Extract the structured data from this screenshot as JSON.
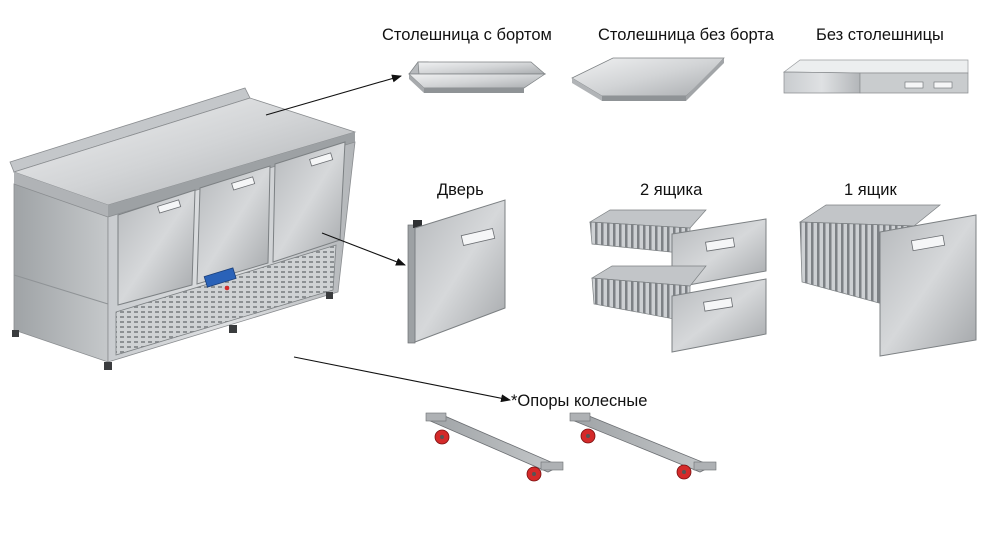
{
  "labels": {
    "top_with_rim": "Столешница с бортом",
    "top_without_rim": "Столешница без борта",
    "no_top": "Без столешницы",
    "door": "Дверь",
    "two_drawers": "2 ящика",
    "one_drawer": "1 ящик",
    "casters": "*Опоры колесные"
  },
  "colors": {
    "steel_light": "#e2e4e6",
    "steel_mid": "#b9bcbf",
    "steel_dark": "#85898d",
    "outline": "#6b6e72",
    "control_blue": "#2a62b8",
    "wheel_red": "#d42a2a",
    "arrow": "#111111"
  }
}
